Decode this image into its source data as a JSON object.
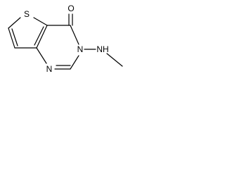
{
  "molecule": {
    "atoms": {
      "sulfur": "S",
      "oxygen": "O",
      "nitrogen_ring": "N",
      "nitrogen_lower": "N",
      "amine": "NH"
    },
    "colors": {
      "bond": "#000000",
      "label": "#000000",
      "background": "#ffffff"
    }
  }
}
